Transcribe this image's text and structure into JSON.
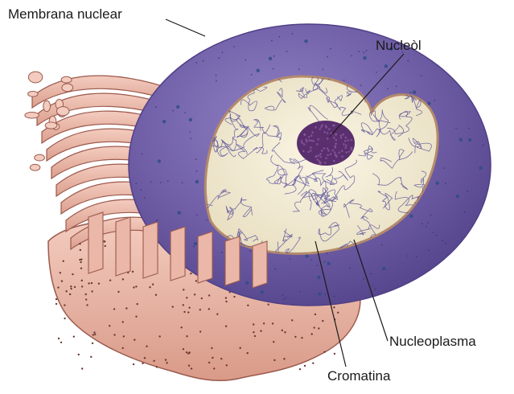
{
  "labels": {
    "nuclear_membrane": "Membrana nuclear",
    "nucleolus": "Nucleòl",
    "nucleoplasm": "Nucleoplasma",
    "chromatin": "Cromatina"
  },
  "colors": {
    "nucleus_outer": "#6f5ea6",
    "nucleus_dark": "#4f3f86",
    "nucleoplasm": "#f1ead4",
    "chromatin": "#4e4596",
    "nucleolus": "#5a2f6e",
    "er_fill": "#e7b2a3",
    "er_stroke": "#9c5a4e",
    "pores": "#2f4c86"
  }
}
